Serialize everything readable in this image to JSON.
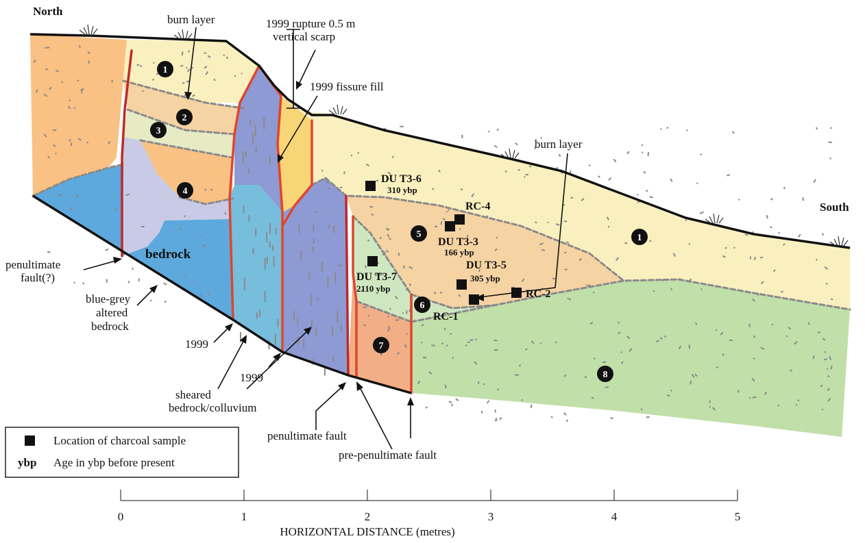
{
  "directions": {
    "north": "North",
    "south": "South"
  },
  "unit_numbers": [
    "1",
    "2",
    "3",
    "4",
    "5",
    "6",
    "7",
    "8",
    "1"
  ],
  "labels": {
    "burn_layer_top": "burn layer",
    "rupture_line1": "1999 rupture 0.5 m",
    "rupture_line2": "vertical scarp",
    "fissure_fill": "1999 fissure fill",
    "burn_layer_right": "burn layer",
    "bedrock": "bedrock",
    "penultimate_q1": "penultimate",
    "penultimate_q2": "fault(?)",
    "bluegrey1": "blue-grey",
    "bluegrey2": "altered",
    "bluegrey3": "bedrock",
    "y1999_a": "1999",
    "y1999_b": "1999",
    "sheared1": "sheared",
    "sheared2": "bedrock/colluvium",
    "penultimate_fault": "penultimate fault",
    "pre_penultimate_fault": "pre-penultimate fault"
  },
  "samples": [
    {
      "name": "DU T3-6",
      "age": "310 ybp"
    },
    {
      "name": "RC-4"
    },
    {
      "name": "DU T3-3",
      "age": "166 ybp"
    },
    {
      "name": "DU T3-5",
      "age": "305 ybp"
    },
    {
      "name": "DU T3-7",
      "age": "2110 ybp"
    },
    {
      "name": "RC-1"
    },
    {
      "name": "RC-2"
    }
  ],
  "legend": {
    "sample_text": "Location of charcoal sample",
    "ybp_key": "ybp",
    "ybp_text": "Age in ybp before present"
  },
  "axis": {
    "label": "HORIZONTAL DISTANCE (metres)",
    "ticks": [
      "0",
      "1",
      "2",
      "3",
      "4",
      "5"
    ]
  },
  "colors": {
    "orange": "#F9C183",
    "pale_yellow": "#FAF0BF",
    "tan": "#F6D3A2",
    "light_green": "#E6EBC4",
    "lavender": "#C9CBE6",
    "bedrock_blue": "#5DA9DE",
    "sheared_blue": "#77BEDD",
    "violet": "#8E9AD4",
    "fissure_yellow": "#F8D577",
    "pale_green": "#CFE7C0",
    "salmon": "#F2AE85",
    "green": "#C1DFA9",
    "fault_red": "#E0452C",
    "grain_grey": "#8A8A8A"
  }
}
